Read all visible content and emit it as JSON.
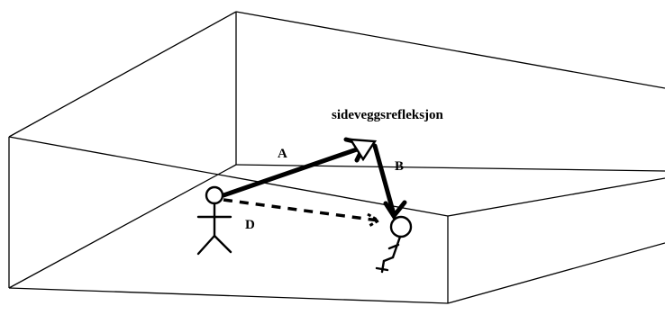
{
  "diagram": {
    "caption": "sideveggsrefleksjon",
    "label_a": "A",
    "label_b": "B",
    "label_d": "D"
  },
  "colors": {
    "lines": "#000000",
    "background": "#ffffff"
  }
}
